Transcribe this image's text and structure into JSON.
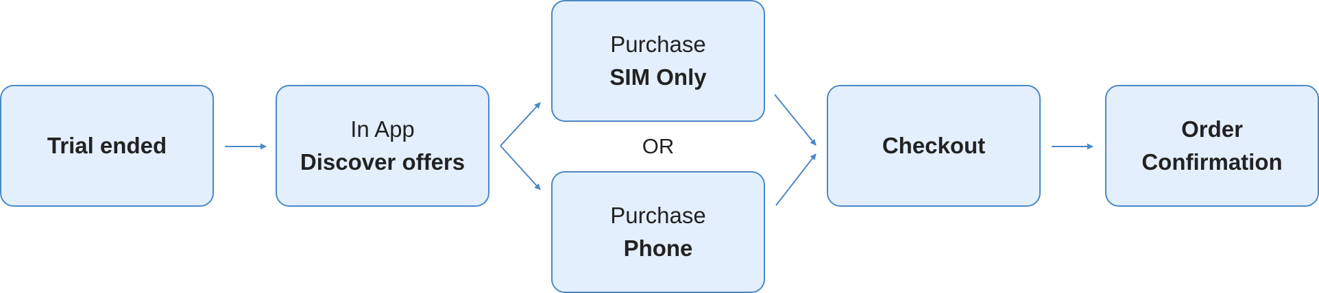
{
  "diagram": {
    "nodes": {
      "trial": {
        "lines": [
          {
            "text": "Trial ended",
            "weight": "bold"
          }
        ]
      },
      "in_app": {
        "lines": [
          {
            "text": "In App",
            "weight": "normal"
          },
          {
            "text": "Discover offers",
            "weight": "bold"
          }
        ]
      },
      "sim": {
        "lines": [
          {
            "text": "Purchase",
            "weight": "normal"
          },
          {
            "text": "SIM Only",
            "weight": "bold"
          }
        ]
      },
      "phone": {
        "lines": [
          {
            "text": "Purchase",
            "weight": "normal"
          },
          {
            "text": "Phone",
            "weight": "bold"
          }
        ]
      },
      "checkout": {
        "lines": [
          {
            "text": "Checkout",
            "weight": "bold"
          }
        ]
      },
      "order": {
        "lines": [
          {
            "text": "Order",
            "weight": "bold"
          },
          {
            "text": "Confirmation",
            "weight": "bold"
          }
        ]
      }
    },
    "or_label": "OR",
    "edges": [
      {
        "from": "trial",
        "to": "in_app"
      },
      {
        "from": "in_app",
        "to": "sim"
      },
      {
        "from": "in_app",
        "to": "phone"
      },
      {
        "from": "sim",
        "to": "checkout"
      },
      {
        "from": "phone",
        "to": "checkout"
      },
      {
        "from": "checkout",
        "to": "order"
      }
    ],
    "colors": {
      "box_fill": "#e3effc",
      "box_border": "#4a87c6",
      "arrow": "#4a87c6",
      "text": "#222222"
    }
  }
}
